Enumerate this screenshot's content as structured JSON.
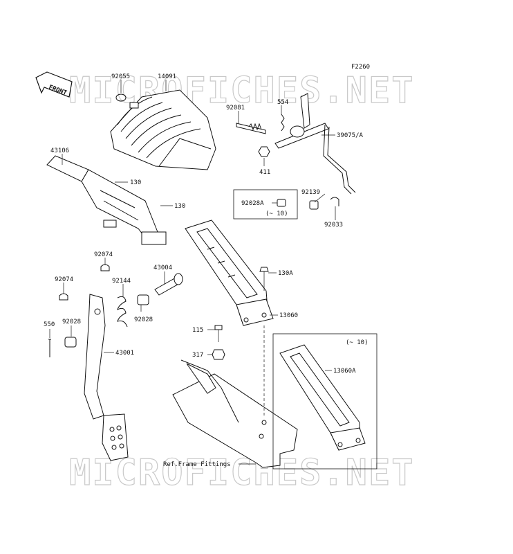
{
  "diagram_code": "F2260",
  "front_label": "FRONT",
  "watermark": "MICROFICHES.NET",
  "ref_label": "Ref.Frame Fittings",
  "box_note": "(~ 10)",
  "parts": {
    "p92055": "92055",
    "p14091": "14091",
    "p92081": "92081",
    "p554": "554",
    "p39075A": "39075/A",
    "p411": "411",
    "p43106": "43106",
    "p130a": "130",
    "p130b": "130",
    "p92139": "92139",
    "p92028A": "92028A",
    "p92033": "92033",
    "p92074a": "92074",
    "p43004": "43004",
    "p130A": "130A",
    "p92074b": "92074",
    "p92144": "92144",
    "p92028a": "92028",
    "p92028b": "92028",
    "p550": "550",
    "p13060": "13060",
    "p115": "115",
    "p43001": "43001",
    "p317": "317",
    "p13060A": "13060A"
  }
}
